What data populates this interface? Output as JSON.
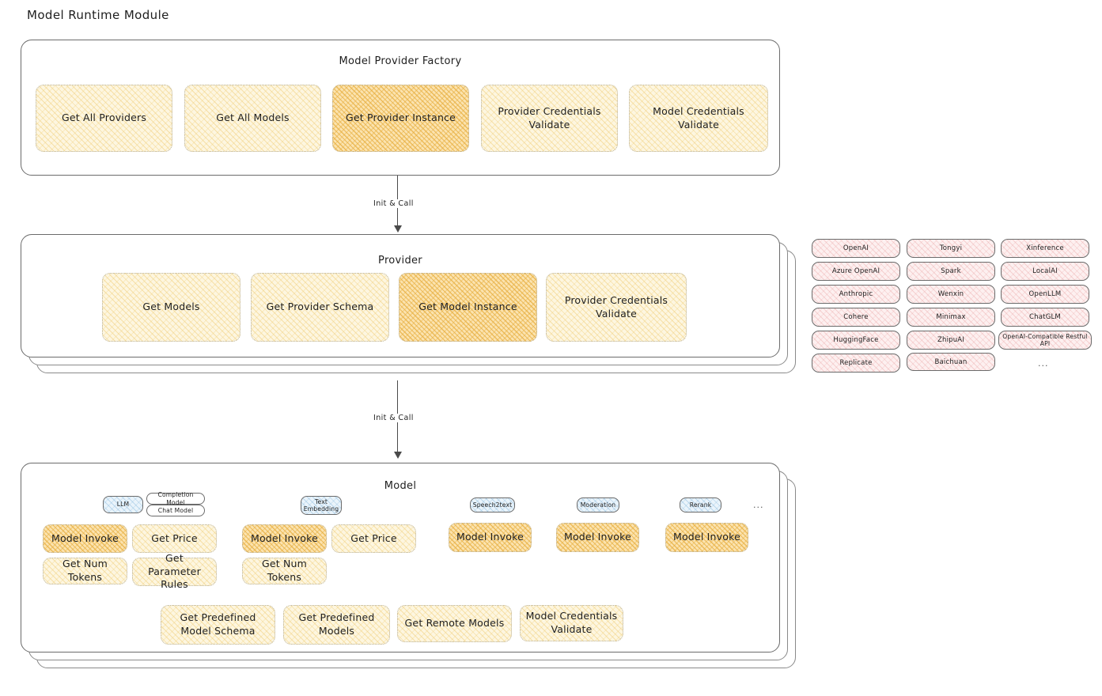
{
  "page": {
    "title": "Model Runtime Module"
  },
  "arrows": [
    {
      "label": "Init & Call"
    },
    {
      "label": "Init & Call"
    }
  ],
  "factory": {
    "title": "Model Provider Factory",
    "nodes": [
      {
        "label": "Get All Providers",
        "style": "light"
      },
      {
        "label": "Get All Models",
        "style": "light"
      },
      {
        "label": "Get Provider Instance",
        "style": "strong"
      },
      {
        "label": "Provider Credentials Validate",
        "style": "light"
      },
      {
        "label": "Model Credentials Validate",
        "style": "light"
      }
    ]
  },
  "provider": {
    "title": "Provider",
    "nodes": [
      {
        "label": "Get Models",
        "style": "light"
      },
      {
        "label": "Get Provider Schema",
        "style": "light"
      },
      {
        "label": "Get Model Instance",
        "style": "strong"
      },
      {
        "label": "Provider Credentials Validate",
        "style": "light"
      }
    ]
  },
  "provider_list": {
    "columns": [
      {
        "items": [
          "OpenAI",
          "Azure OpenAI",
          "Anthropic",
          "Cohere",
          "HuggingFace",
          "Replicate"
        ]
      },
      {
        "items": [
          "Tongyi",
          "Spark",
          "Wenxin",
          "Minimax",
          "ZhipuAI",
          "Baichuan"
        ]
      },
      {
        "items": [
          "Xinference",
          "LocalAI",
          "OpenLLM",
          "ChatGLM",
          "OpenAI-Compatible Restful API"
        ]
      }
    ],
    "more": "..."
  },
  "model": {
    "title": "Model",
    "more": "...",
    "groups": [
      {
        "tags": [
          {
            "label": "LLM",
            "style": "blue"
          },
          {
            "label": "Completion Model",
            "style": "none"
          },
          {
            "label": "Chat Model",
            "style": "none"
          }
        ],
        "nodes": [
          {
            "label": "Model Invoke",
            "style": "strong"
          },
          {
            "label": "Get Price",
            "style": "light"
          },
          {
            "label": "Get Num Tokens",
            "style": "light"
          },
          {
            "label": "Get Parameter Rules",
            "style": "light"
          }
        ]
      },
      {
        "tags": [
          {
            "label": "Text Embedding",
            "style": "blue"
          }
        ],
        "nodes": [
          {
            "label": "Model Invoke",
            "style": "strong"
          },
          {
            "label": "Get Price",
            "style": "light"
          },
          {
            "label": "Get Num Tokens",
            "style": "light"
          }
        ]
      },
      {
        "tags": [
          {
            "label": "Speech2text",
            "style": "blue"
          }
        ],
        "nodes": [
          {
            "label": "Model Invoke",
            "style": "strong"
          }
        ]
      },
      {
        "tags": [
          {
            "label": "Moderation",
            "style": "blue"
          }
        ],
        "nodes": [
          {
            "label": "Model Invoke",
            "style": "strong"
          }
        ]
      },
      {
        "tags": [
          {
            "label": "Rerank",
            "style": "blue"
          }
        ],
        "nodes": [
          {
            "label": "Model Invoke",
            "style": "strong"
          }
        ]
      }
    ],
    "shared_nodes": [
      {
        "label": "Get Predefined Model Schema",
        "style": "light"
      },
      {
        "label": "Get Predefined Models",
        "style": "light"
      },
      {
        "label": "Get Remote Models",
        "style": "light"
      },
      {
        "label": "Model Credentials Validate",
        "style": "light"
      }
    ]
  },
  "colors": {
    "fill_light": "#fdf6e0",
    "fill_strong": "#fbe3af",
    "fill_pink": "#fdf0f0",
    "fill_blue": "#eaf4fb",
    "stroke": "#6b6b6b",
    "text": "#1e1e1e"
  }
}
